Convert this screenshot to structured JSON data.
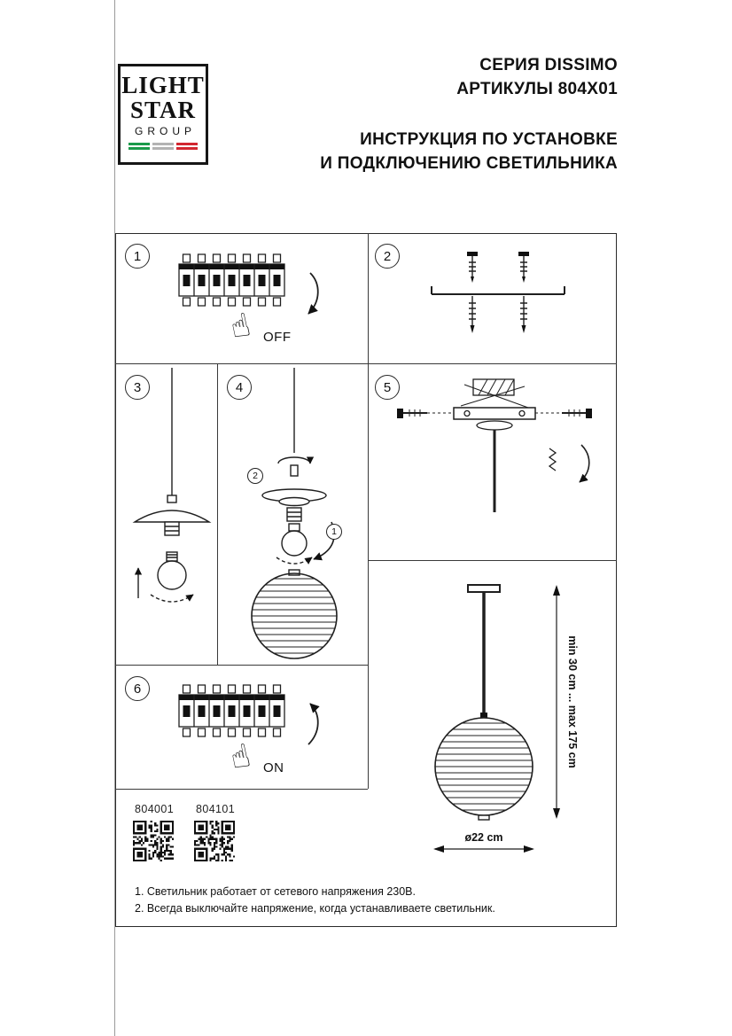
{
  "header": {
    "series": "СЕРИЯ DISSIMO",
    "articles": "АРТИКУЛЫ 804X01",
    "title1": "ИНСТРУКЦИЯ ПО УСТАНОВКЕ",
    "title2": "И ПОДКЛЮЧЕНИЮ СВЕТИЛЬНИКА"
  },
  "logo": {
    "word1": "LIGHT",
    "word2": "STAR",
    "word3": "GROUP",
    "flag_colors": [
      "#1a9a4a",
      "#b3b3b3",
      "#d22730"
    ]
  },
  "steps": [
    "1",
    "2",
    "3",
    "4",
    "5",
    "6"
  ],
  "switch_labels": {
    "off": "OFF",
    "on": "ON"
  },
  "callouts": {
    "one": "1",
    "two": "2"
  },
  "codes": [
    "804001",
    "804101"
  ],
  "dimensions": {
    "height_range": "min 30 cm ... max 175 cm",
    "diameter": "ø22 cm"
  },
  "notes": [
    "1. Светильник работает от сетевого напряжения 230В.",
    "2. Всегда выключайте напряжение, когда устанавливаете светильник."
  ]
}
